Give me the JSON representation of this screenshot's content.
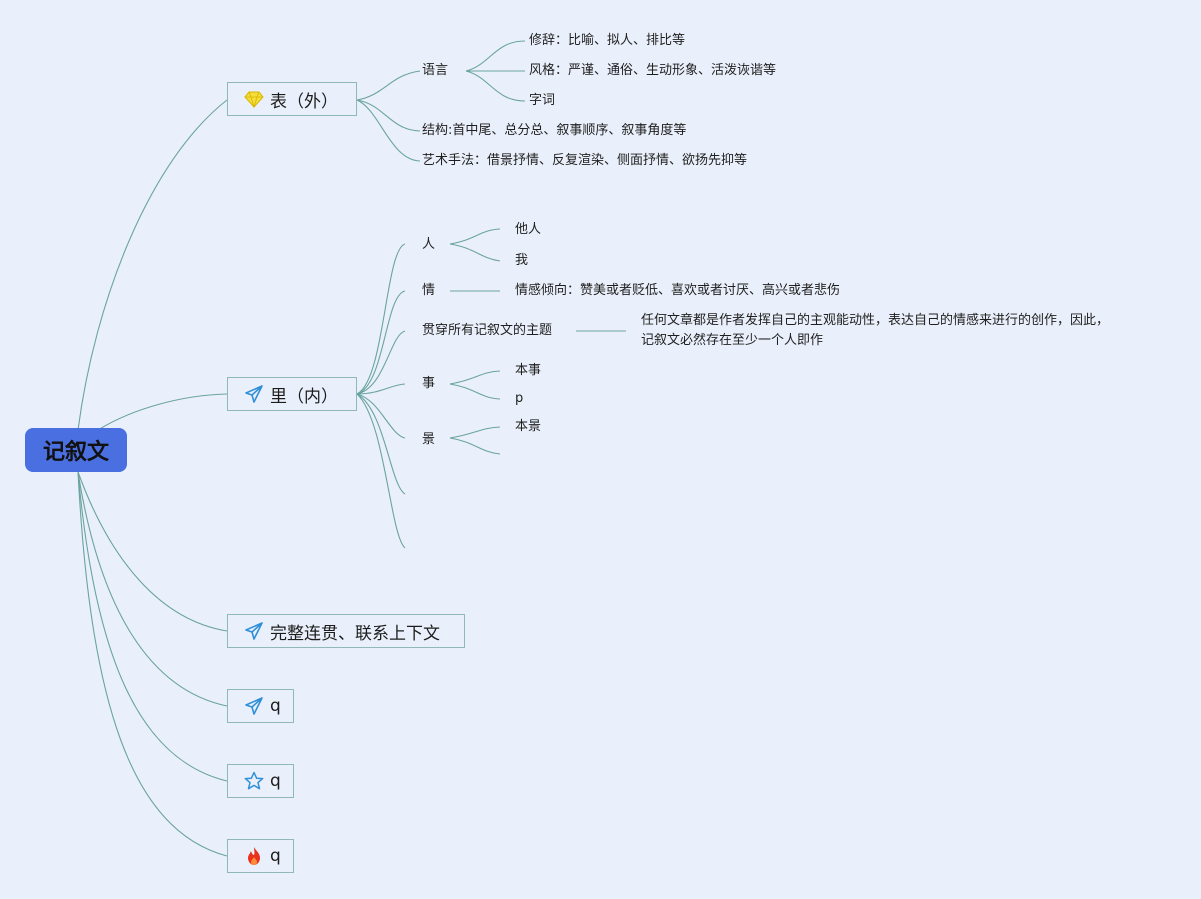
{
  "root": {
    "label": "记叙文"
  },
  "branches": {
    "biao": {
      "label": "表（外）",
      "icon": "gem-icon",
      "language": {
        "label": "语言",
        "items": [
          "修辞：比喻、拟人、排比等",
          "风格：严谨、通俗、生动形象、活泼诙谐等",
          "字词"
        ]
      },
      "structure": "结构:首中尾、总分总、叙事顺序、叙事角度等",
      "technique": "艺术手法：借景抒情、反复渲染、侧面抒情、欲扬先抑等"
    },
    "li": {
      "label": "里（内）",
      "icon": "paper-plane-icon",
      "person": {
        "label": "人",
        "items": [
          "他人",
          "我"
        ]
      },
      "emotion": {
        "label": "情",
        "detail": "情感倾向：赞美或者贬低、喜欢或者讨厌、高兴或者悲伤"
      },
      "theme": {
        "label": "贯穿所有记叙文的主题",
        "detail": "任何文章都是作者发挥自己的主观能动性，表达自己的情感来进行的创作，因此，记叙文必然存在至少一个人即作"
      },
      "event": {
        "label": "事",
        "items": [
          "本事",
          "p"
        ]
      },
      "scene": {
        "label": "景",
        "items": [
          "本景"
        ]
      }
    },
    "coherence": {
      "label": "完整连贯、联系上下文",
      "icon": "paper-plane-icon"
    },
    "q1": {
      "label": "q",
      "icon": "paper-plane-icon"
    },
    "q2": {
      "label": "q",
      "icon": "star-icon"
    },
    "q3": {
      "label": "q",
      "icon": "fire-icon"
    }
  },
  "colors": {
    "background": "#eaf0fb",
    "root_fill": "#4a6fe0",
    "connector": "#6aa39f",
    "node_border": "#8fb8b8",
    "icon_blue": "#2f8fd8",
    "gem_yellow": "#f5dd3a",
    "fire_red": "#e8321e"
  }
}
